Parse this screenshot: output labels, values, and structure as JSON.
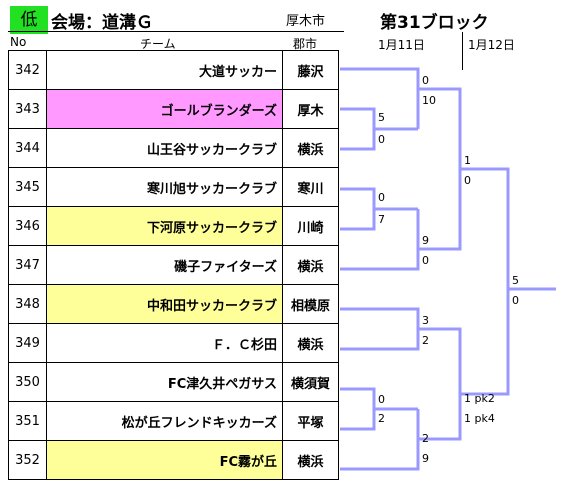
{
  "header": {
    "level": "低",
    "venue": "会場：道溝Ｇ",
    "prefecture": "厚木市",
    "block": "第31ブロック",
    "col_no": "No",
    "col_team": "チーム",
    "col_city": "郡市",
    "date1": "1月11日",
    "date2": "1月12日"
  },
  "colors": {
    "level_bg": "#22e022",
    "bracket": "#9999ff",
    "pink": "#ff99ff",
    "yellow": "#ffff99"
  },
  "teams": [
    {
      "no": "342",
      "name": "大道サッカー",
      "city": "藤沢",
      "highlight": "none"
    },
    {
      "no": "343",
      "name": "ゴールブランダーズ",
      "city": "厚木",
      "highlight": "pink"
    },
    {
      "no": "344",
      "name": "山王谷サッカークラブ",
      "city": "横浜",
      "highlight": "none"
    },
    {
      "no": "345",
      "name": "寒川旭サッカークラブ",
      "city": "寒川",
      "highlight": "none"
    },
    {
      "no": "346",
      "name": "下河原サッカークラブ",
      "city": "川崎",
      "highlight": "yellow"
    },
    {
      "no": "347",
      "name": "磯子ファイターズ",
      "city": "横浜",
      "highlight": "none"
    },
    {
      "no": "348",
      "name": "中和田サッカークラブ",
      "city": "相模原",
      "highlight": "yellow"
    },
    {
      "no": "349",
      "name": "Ｆ．Ｃ杉田",
      "city": "横浜",
      "highlight": "none"
    },
    {
      "no": "350",
      "name": "FC津久井ペガサス",
      "city": "横須賀",
      "highlight": "none"
    },
    {
      "no": "351",
      "name": "松が丘フレンドキッカーズ",
      "city": "平塚",
      "highlight": "none"
    },
    {
      "no": "352",
      "name": "FC霧が丘",
      "city": "横浜",
      "highlight": "yellow"
    }
  ],
  "scores": {
    "m343_344_top": "5",
    "m343_344_bot": "0",
    "m345_346_top": "0",
    "m345_346_bot": "7",
    "m342_w1_top": "0",
    "m342_w1_bot": "10",
    "mw2_347_top": "9",
    "mw2_347_bot": "0",
    "m348_349_top": "3",
    "m348_349_bot": "2",
    "m350_351_top": "0",
    "m350_351_bot": "2",
    "mw5_352_top": "2",
    "mw5_352_bot": "9",
    "semi1_top": "1",
    "semi1_bot": "0",
    "semi2_top": "1 pk2",
    "semi2_bot": "1 pk4",
    "final_top": "5",
    "final_bot": "0"
  }
}
